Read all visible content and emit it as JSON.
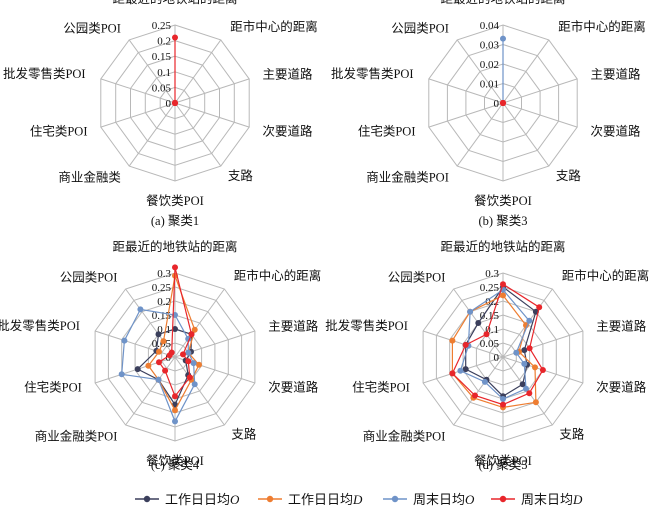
{
  "colors": {
    "grid": "#b8b8b8",
    "series": [
      "#3b3f5c",
      "#ee7d31",
      "#6f93c8",
      "#e8262b"
    ]
  },
  "legend": {
    "items": [
      {
        "prefix": "工作日日均",
        "italic": "O"
      },
      {
        "prefix": "工作日日均",
        "italic": "D"
      },
      {
        "prefix": "周末日均",
        "italic": "O"
      },
      {
        "prefix": "周末日均",
        "italic": "D"
      }
    ]
  },
  "chart_data": [
    {
      "type": "radar",
      "caption": "(a) 聚类1",
      "axes": [
        "距最近的地铁站的距离",
        "距市中心的距离",
        "主要道路",
        "次要道路",
        "支路",
        "餐饮类POI",
        "商业金融类",
        "住宅类POI",
        "批发零售类POI",
        "公园类POI"
      ],
      "ticks": [
        "0",
        "0.05",
        "0.1",
        "0.15",
        "0.2",
        "0.25"
      ],
      "rmax": 0.25,
      "series": [
        {
          "values": [
            0,
            0,
            0,
            0,
            0,
            0,
            0,
            0,
            0,
            0
          ]
        },
        {
          "values": [
            0,
            0,
            0,
            0,
            0,
            0,
            0,
            0,
            0,
            0
          ]
        },
        {
          "values": [
            0,
            0,
            0,
            0,
            0,
            0,
            0,
            0,
            0,
            0
          ]
        },
        {
          "values": [
            0.21,
            0,
            0,
            0,
            0,
            0,
            0,
            0,
            0,
            0
          ]
        }
      ]
    },
    {
      "type": "radar",
      "caption": "(b) 聚类3",
      "axes": [
        "距最近的地铁站的距离",
        "距市中心的距离",
        "主要道路",
        "次要道路",
        "支路",
        "餐饮类POI",
        "商业金融类POI",
        "住宅类POI",
        "批发零售类POI",
        "公园类POI"
      ],
      "ticks": [
        "0",
        "0.01",
        "0.02",
        "0.03",
        "0.04"
      ],
      "rmax": 0.04,
      "series": [
        {
          "values": [
            0,
            0,
            0,
            0,
            0,
            0,
            0,
            0,
            0,
            0
          ]
        },
        {
          "values": [
            0,
            0,
            0,
            0,
            0,
            0,
            0,
            0,
            0,
            0
          ]
        },
        {
          "values": [
            0.033,
            0,
            0,
            0,
            0,
            0,
            0,
            0,
            0,
            0
          ]
        },
        {
          "values": [
            0,
            0,
            0,
            0,
            0,
            0,
            0,
            0,
            0,
            0
          ]
        }
      ]
    },
    {
      "type": "radar",
      "caption": "(c) 聚类4",
      "axes": [
        "距最近的地铁站的距离",
        "距市中心的距离",
        "主要道路",
        "次要道路",
        "支路",
        "餐饮类POI",
        "商业金融类POI",
        "住宅类POI",
        "批发零售类POI",
        "公园类POI"
      ],
      "ticks": [
        "0",
        "0.05",
        "0.1",
        "0.15",
        "0.2",
        "0.25",
        "0.3"
      ],
      "rmax": 0.3,
      "series": [
        {
          "values": [
            0.1,
            0.1,
            0.06,
            0.04,
            0.08,
            0.17,
            0.1,
            0.14,
            0.07,
            0.1
          ]
        },
        {
          "values": [
            0.29,
            0.12,
            0.05,
            0.09,
            0.1,
            0.19,
            0.1,
            0.1,
            0.06,
            0.07
          ]
        },
        {
          "values": [
            0.15,
            0.08,
            0.05,
            0.07,
            0.12,
            0.23,
            0.1,
            0.2,
            0.19,
            0.21
          ]
        },
        {
          "values": [
            0.32,
            0.1,
            0.03,
            0.05,
            0.09,
            0.14,
            0.06,
            0.06,
            0.02,
            0.02
          ]
        }
      ]
    },
    {
      "type": "radar",
      "caption": "(d) 聚类5",
      "axes": [
        "距最近的地铁站的距离",
        "距市中心的距离",
        "主要道路",
        "次要道路",
        "支路",
        "餐饮类POI",
        "商业金融类POI",
        "住宅类POI",
        "批发零售类POI",
        "公园类POI"
      ],
      "ticks": [
        "0",
        "0.05",
        "0.1",
        "0.15",
        "0.2",
        "0.25",
        "0.3"
      ],
      "rmax": 0.3,
      "series": [
        {
          "values": [
            0.25,
            0.2,
            0.08,
            0.09,
            0.12,
            0.14,
            0.1,
            0.14,
            0.14,
            0.15
          ]
        },
        {
          "values": [
            0.22,
            0.14,
            0.06,
            0.12,
            0.2,
            0.18,
            0.18,
            0.19,
            0.19,
            0.2
          ]
        },
        {
          "values": [
            0.24,
            0.16,
            0.05,
            0.08,
            0.14,
            0.15,
            0.11,
            0.16,
            0.13,
            0.2
          ]
        },
        {
          "values": [
            0.26,
            0.22,
            0.1,
            0.15,
            0.16,
            0.17,
            0.17,
            0.19,
            0.14,
            0.1
          ]
        }
      ]
    }
  ]
}
